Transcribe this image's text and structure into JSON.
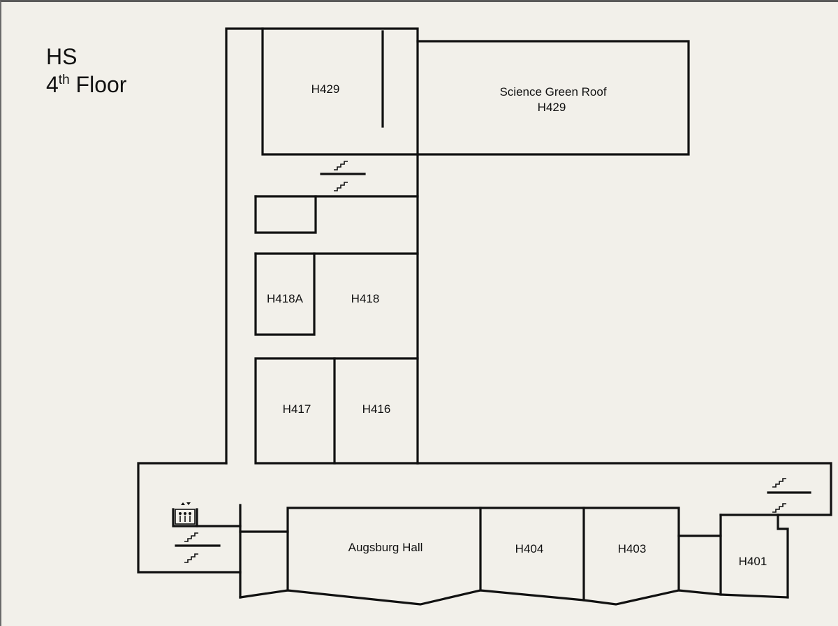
{
  "header": {
    "building": "HS",
    "floor_number": "4",
    "floor_suffix": "th",
    "floor_word": "Floor"
  },
  "rooms": {
    "h429_inner": "H429",
    "green_roof_name": "Science Green Roof",
    "green_roof_number": "H429",
    "h418a": "H418A",
    "h418": "H418",
    "h417": "H417",
    "h416": "H416",
    "augsburg": "Augsburg Hall",
    "h404": "H404",
    "h403": "H403",
    "h401": "H401"
  },
  "icons": {
    "stairs": "stairs-icon",
    "elevator": "elevator-icon"
  },
  "colors": {
    "background": "#f2f0ea",
    "walls": "#111111"
  }
}
